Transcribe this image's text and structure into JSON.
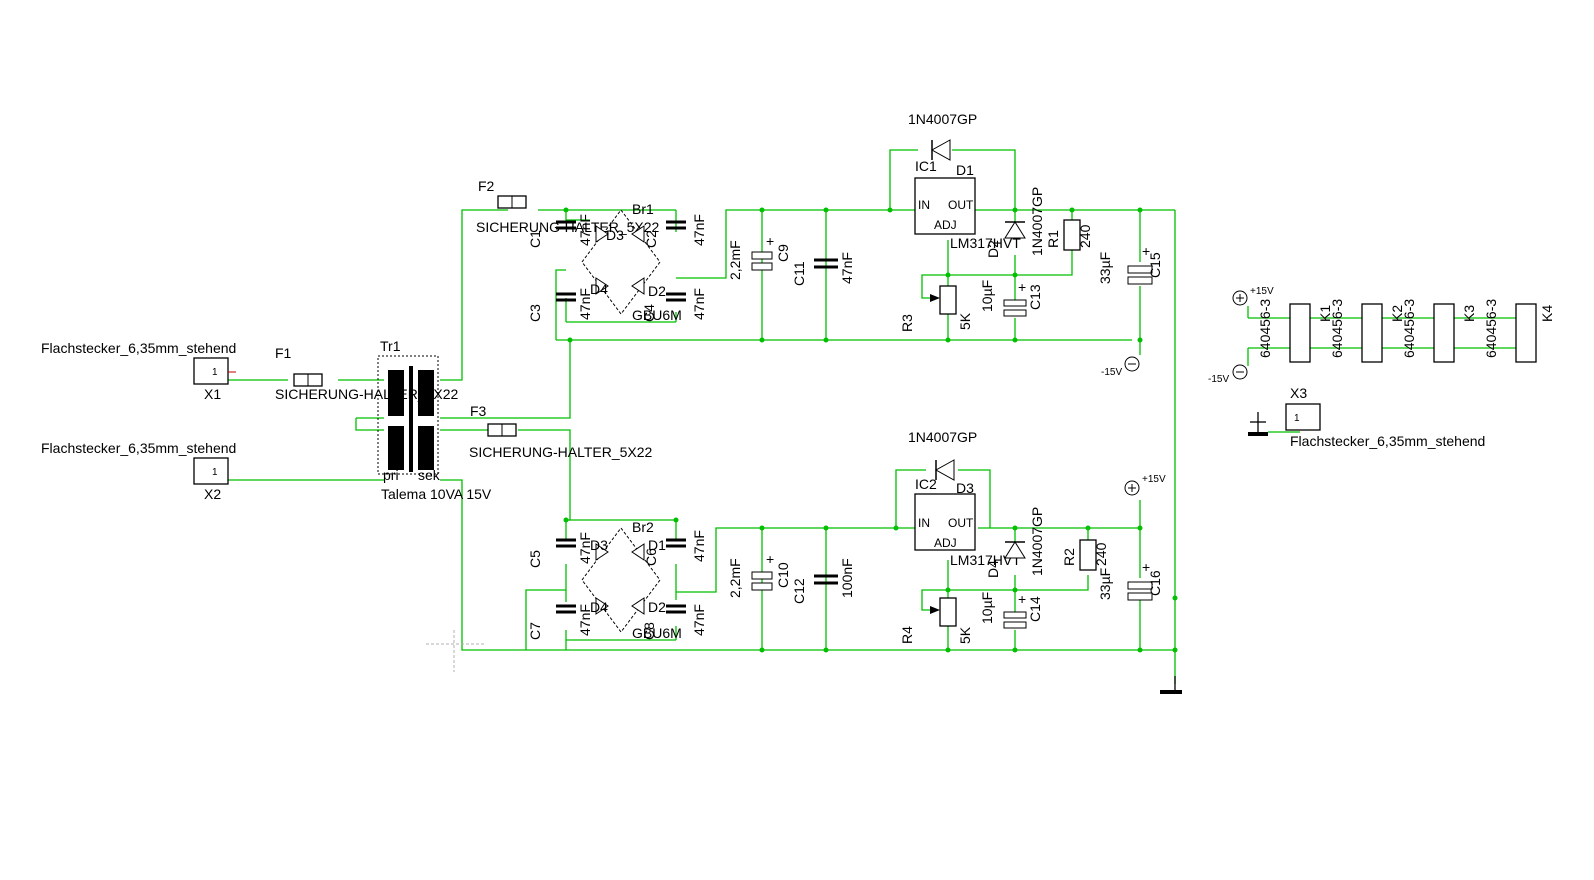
{
  "colors": {
    "wire": "#00c000",
    "part": "#000000",
    "pin": "#c00000",
    "origin": "#c08040",
    "cursor": "#b0b0b0"
  },
  "connectors": {
    "x1": {
      "name": "X1",
      "value": "Flachstecker_6,35mm_stehend",
      "pin": "1"
    },
    "x2": {
      "name": "X2",
      "value": "Flachstecker_6,35mm_stehend",
      "pin": "1"
    },
    "x3": {
      "name": "X3",
      "value": "Flachstecker_6,35mm_stehend",
      "pin": "1"
    }
  },
  "fuses": {
    "f1": {
      "name": "F1",
      "value": "SICHERUNG-HALTER_5X22"
    },
    "f2": {
      "name": "F2",
      "value": "SICHERUNG-HALTER_5X22"
    },
    "f3": {
      "name": "F3",
      "value": "SICHERUNG-HALTER_5X22"
    }
  },
  "transformer": {
    "name": "Tr1",
    "value": "Talema 10VA 15V",
    "pri": "pri",
    "sek": "sek"
  },
  "rectifiers": {
    "br1": {
      "name": "Br1",
      "value": "GBU6M",
      "d1": "D1",
      "d2": "D2",
      "d3": "D3",
      "d4": "D4"
    },
    "br2": {
      "name": "Br2",
      "value": "GBU6M",
      "d1": "D1",
      "d2": "D2",
      "d3": "D3",
      "d4": "D4"
    }
  },
  "capacitors": {
    "c1": {
      "name": "C1",
      "value": "47nF"
    },
    "c2": {
      "name": "C2",
      "value": "47nF"
    },
    "c3": {
      "name": "C3",
      "value": "47nF"
    },
    "c4": {
      "name": "C4",
      "value": "47nF"
    },
    "c5": {
      "name": "C5",
      "value": "47nF"
    },
    "c6": {
      "name": "C6",
      "value": "47nF"
    },
    "c7": {
      "name": "C7",
      "value": "47nF"
    },
    "c8": {
      "name": "C8",
      "value": "47nF"
    },
    "c9": {
      "name": "C9",
      "value": "2,2mF"
    },
    "c10": {
      "name": "C10",
      "value": "2,2mF"
    },
    "c11": {
      "name": "C11",
      "value": "47nF"
    },
    "c12": {
      "name": "C12",
      "value": "100nF"
    },
    "c13": {
      "name": "C13",
      "value": "10µF"
    },
    "c14": {
      "name": "C14",
      "value": "10µF"
    },
    "c15": {
      "name": "C15",
      "value": "33µF"
    },
    "c16": {
      "name": "C16",
      "value": "33µF"
    }
  },
  "regulators": {
    "ic1": {
      "name": "IC1",
      "value": "LM317HVT",
      "pin_in": "IN",
      "pin_out": "OUT",
      "pin_adj": "ADJ"
    },
    "ic2": {
      "name": "IC2",
      "value": "LM317HVT",
      "pin_in": "IN",
      "pin_out": "OUT",
      "pin_adj": "ADJ"
    }
  },
  "diodes": {
    "d1": {
      "name": "D1",
      "value": "1N4007GP"
    },
    "d2": {
      "name": "D2",
      "value": "1N4007GP"
    },
    "d3": {
      "name": "D3",
      "value": "1N4007GP"
    },
    "d4": {
      "name": "D4",
      "value": "1N4007GP"
    }
  },
  "resistors": {
    "r1": {
      "name": "R1",
      "value": "240"
    },
    "r2": {
      "name": "R2",
      "value": "240"
    },
    "r3": {
      "name": "R3",
      "value": "5K"
    },
    "r4": {
      "name": "R4",
      "value": "5K"
    }
  },
  "supplies": {
    "plus": "+15V",
    "minus": "-15V"
  },
  "headers": [
    {
      "name": "K1",
      "value": "640456-3"
    },
    {
      "name": "K2",
      "value": "640456-3"
    },
    {
      "name": "K3",
      "value": "640456-3"
    },
    {
      "name": "K4",
      "value": "640456-3"
    }
  ]
}
